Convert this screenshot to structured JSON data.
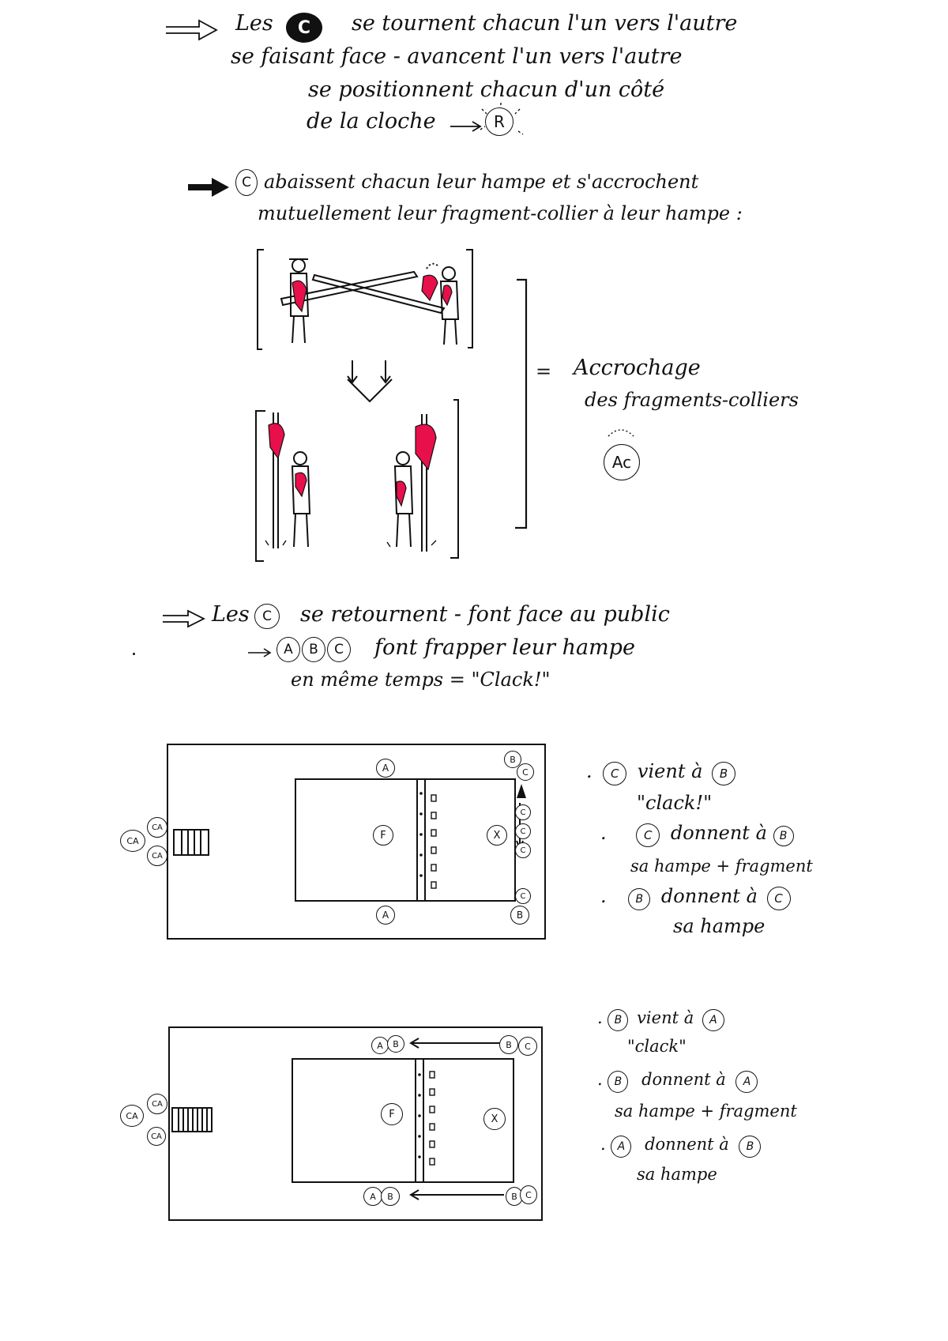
{
  "section1": {
    "line1_a": "Les",
    "line1_b": "se tournent chacun l'un vers l'autre",
    "line2": "se faisant face - avancent l'un vers l'autre",
    "line3": "se positionnent chacun d'un côté",
    "line4": "de la cloche",
    "bell_symbol": "R",
    "c_symbol": "C"
  },
  "section2": {
    "line1": "abaissent chacun leur hampe et s'accrochent",
    "line2": "mutuellement leur fragment-collier à leur hampe :",
    "c_symbol": "C"
  },
  "illustration": {
    "equals": "=",
    "caption_1": "Accrochage",
    "caption_2": "des fragments-colliers",
    "symbol": "Ac",
    "accent_color": "#e8104a"
  },
  "section3": {
    "line1_a": "Les",
    "line1_b": "se retournent - font face au public",
    "line2": "font frapper leur hampe",
    "line3": "en même temps = \"Clack!\"",
    "symbols": [
      "A",
      "B",
      "C"
    ],
    "c_symbol": "C"
  },
  "diagram1": {
    "labels": {
      "A": "A",
      "B": "B",
      "C": "C",
      "F": "F",
      "X": "X",
      "CA": "CA"
    },
    "notes": [
      {
        "bullet": ".",
        "parts": [
          "C",
          "vient à",
          "B"
        ]
      },
      {
        "text": "\"clack!\""
      },
      {
        "bullet": ".",
        "parts": [
          "C",
          "donnent à",
          "B"
        ]
      },
      {
        "text": "sa hampe + fragment"
      },
      {
        "bullet": ".",
        "parts": [
          "B",
          "donnent à",
          "C"
        ]
      },
      {
        "text": "sa hampe"
      }
    ]
  },
  "diagram2": {
    "labels": {
      "A": "A",
      "B": "B",
      "C": "C",
      "F": "F",
      "X": "X",
      "CA": "CA"
    },
    "notes": [
      {
        "bullet": ".",
        "parts": [
          "B",
          "vient à",
          "A"
        ]
      },
      {
        "text": "\"clack\""
      },
      {
        "bullet": ".",
        "parts": [
          "B",
          "donnent à",
          "A"
        ]
      },
      {
        "text": "sa hampe + fragment"
      },
      {
        "bullet": ".",
        "parts": [
          "A",
          "donnent à",
          "B"
        ]
      },
      {
        "text": "sa hampe"
      }
    ]
  }
}
